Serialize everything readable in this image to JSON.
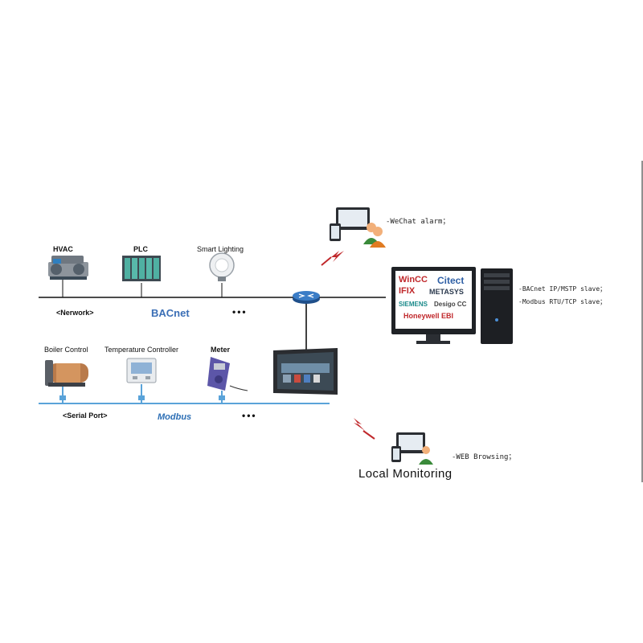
{
  "network": {
    "label": "<Nerwork>",
    "protocol_logo": "BACnet",
    "ellipsis": "•••",
    "devices": [
      {
        "label": "HVAC",
        "icon": "chiller-icon"
      },
      {
        "label": "PLC",
        "icon": "plc-rack-icon"
      },
      {
        "label": "Smart Lighting",
        "icon": "light-bulb-icon"
      }
    ]
  },
  "serial": {
    "label": "<Serial Port>",
    "protocol_logo": "Modbus",
    "ellipsis": "•••",
    "devices": [
      {
        "label": "Boiler Control",
        "icon": "boiler-icon"
      },
      {
        "label": "Temperature Controller",
        "icon": "thermostat-icon"
      },
      {
        "label": "Meter",
        "icon": "meter-icon"
      }
    ]
  },
  "remote": {
    "wechat": "-WeChat alarm；",
    "web": "-WEB Browsing；",
    "local_title": "Local Monitoring"
  },
  "server": {
    "notes": [
      "-BACnet IP/MSTP slave；",
      "-Modbus RTU/TCP slave；"
    ],
    "logos": [
      "WinCC",
      "Citect",
      "IFIX",
      "METASYS",
      "SIEMENS",
      "Desigo CC",
      "Honeywell EBI"
    ]
  },
  "colors": {
    "bus_line": "#5aa3d9",
    "backbone": "#111111",
    "lightning": "#c0282b",
    "router": "#2e6cb5"
  }
}
